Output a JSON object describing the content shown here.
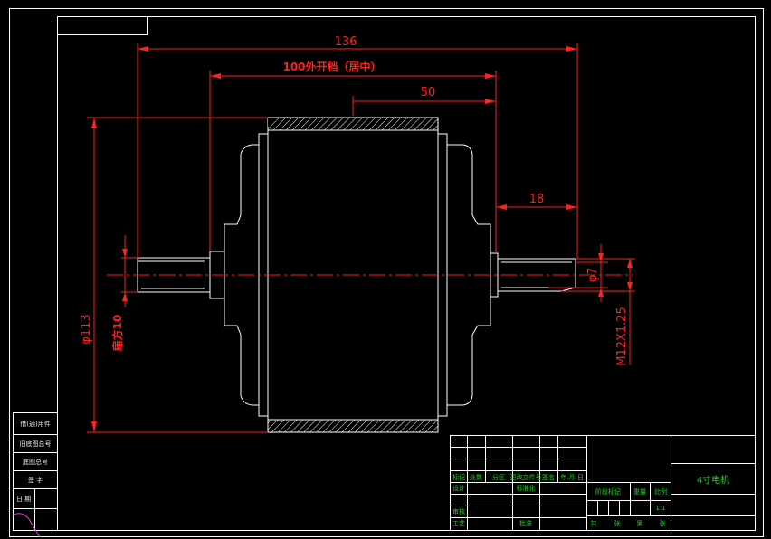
{
  "dimensions": {
    "overall_length": "136",
    "center_width": "100外开档（居中）",
    "half_width": "50",
    "shaft_end": "18",
    "drum_diameter": "φ113",
    "flat": "扁方10",
    "shaft_diameter": "φ7",
    "thread": "M12X1.25"
  },
  "title_block": {
    "title": "4寸电机",
    "row_labels": [
      "标记",
      "处数",
      "分区",
      "更改文件号",
      "签名",
      "年.月.日"
    ],
    "design": "设计",
    "standardize": "标准化",
    "review": "审核",
    "process": "工艺",
    "approve": "批准",
    "stage_mark": "阶段标记",
    "weight": "重量",
    "scale": "比例",
    "scale_value": "1:1",
    "sheets": [
      "共",
      "张",
      "第",
      "张"
    ]
  },
  "side_block": {
    "labels": [
      "借(通)用件",
      "旧底图总号",
      "底图总号",
      "签 字",
      "日 期"
    ]
  },
  "colors": {
    "outline": "#ffffff",
    "dimension": "#ff2020",
    "title_text": "#1fd21f",
    "accent": "#e040e0"
  }
}
